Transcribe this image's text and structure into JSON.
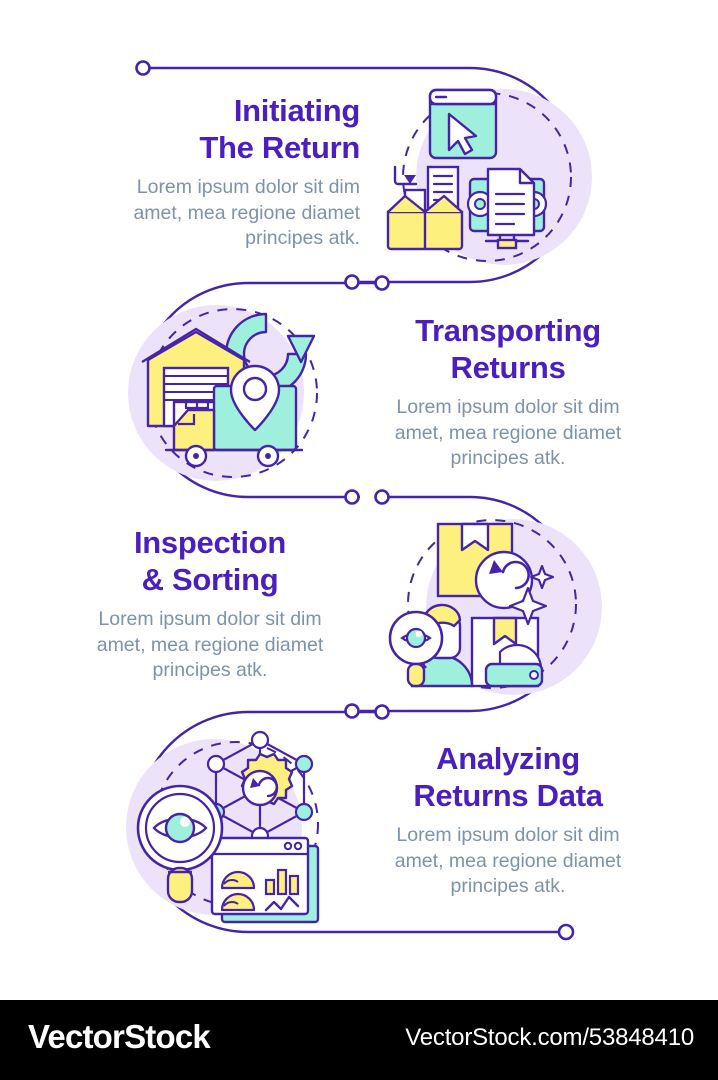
{
  "palette": {
    "heading_purple": "#4b1fbd",
    "body_slate": "#7d92ab",
    "stroke_purple": "#4524a8",
    "pale_lavender": "#ece3fa",
    "mint": "#9ef0dd",
    "yellow": "#fdf07f",
    "white": "#ffffff",
    "footer_bg": "#000000"
  },
  "steps": [
    {
      "index": 1,
      "heading": "Initiating\nThe Return",
      "body": "Lorem ipsum dolor sit dim\namet, mea regione diamet\nprincipes atk.",
      "text_side": "left",
      "icon_side": "right",
      "icon_name": "initiating-return-icon",
      "icon_parts": [
        "browser-window-cursor-icon",
        "open-box-document-icon",
        "monitor-gear-document-icon"
      ]
    },
    {
      "index": 2,
      "heading": "Transporting\nReturns",
      "body": "Lorem ipsum dolor sit dim\namet, mea regione diamet\nprincipes atk.",
      "text_side": "right",
      "icon_side": "left",
      "icon_name": "transporting-returns-icon",
      "icon_parts": [
        "warehouse-icon",
        "return-arrow-icon",
        "delivery-truck-location-icon"
      ]
    },
    {
      "index": 3,
      "heading": "Inspection\n& Sorting",
      "body": "Lorem ipsum dolor sit dim\namet, mea regione diamet\nprincipes atk.",
      "text_side": "left",
      "icon_side": "right",
      "icon_name": "inspection-sorting-icon",
      "icon_parts": [
        "package-return-arrow-icon",
        "inspector-magnifier-icon",
        "sparkling-box-icon"
      ]
    },
    {
      "index": 4,
      "heading": "Analyzing\nReturns Data",
      "body": "Lorem ipsum dolor sit dim\namet, mea regione diamet\nprincipes atk.",
      "text_side": "right",
      "icon_side": "left",
      "icon_name": "analyzing-returns-data-icon",
      "icon_parts": [
        "magnifier-eye-icon",
        "network-gear-return-icon",
        "analytics-dashboard-icon"
      ]
    }
  ],
  "footer": {
    "logo": "VectorStock",
    "url": "VectorStock.com/53848410"
  }
}
